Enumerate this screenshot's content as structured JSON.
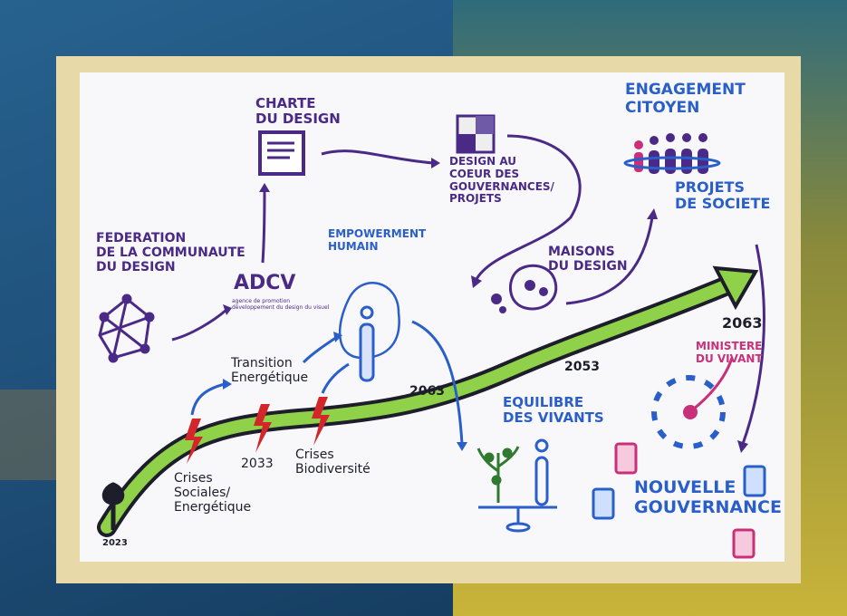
{
  "labels": {
    "charte": "CHARTE\nDU DESIGN",
    "design_coeur": "DESIGN AU\nCOEUR DES\nGOUVERNANCES/\nPROJETS",
    "engagement": "ENGAGEMENT\nCITOYEN",
    "projets": "PROJETS\nDE SOCIETE",
    "federation": "FEDERATION\nDE LA COMMUNAUTE\nDU DESIGN",
    "adcv": "ADCV",
    "adcv_sub": "agence de promotion développement du design du visuel",
    "empowerment": "EMPOWERMENT\nHUMAIN",
    "maisons": "MAISONS\nDU DESIGN",
    "transition": "Transition\nEnergétique",
    "y2063a": "2063",
    "y2053": "2053",
    "y2063b": "2063",
    "ministere": "MINISTERE\nDU VIVANT",
    "equilibre": "EQUILIBRE\nDES VIVANTS",
    "crises_sociales": "Crises\nSociales/\nEnergétique",
    "y2033": "2033",
    "crises_bio": "Crises\nBiodiversité",
    "y2023": "2023",
    "nouvelle": "NOUVELLE\nGOUVERNANCE"
  },
  "colors": {
    "purple": "#4a2a86",
    "blue": "#2a5fc9",
    "green": "#8fd24a",
    "red": "#d3262b",
    "pink": "#c8307a"
  },
  "icons": [
    "map-pin-icon",
    "document-icon",
    "puzzle-icon",
    "people-icon",
    "network-icon",
    "person-icon",
    "scale-icon",
    "plant-icon",
    "lightning-icon"
  ]
}
